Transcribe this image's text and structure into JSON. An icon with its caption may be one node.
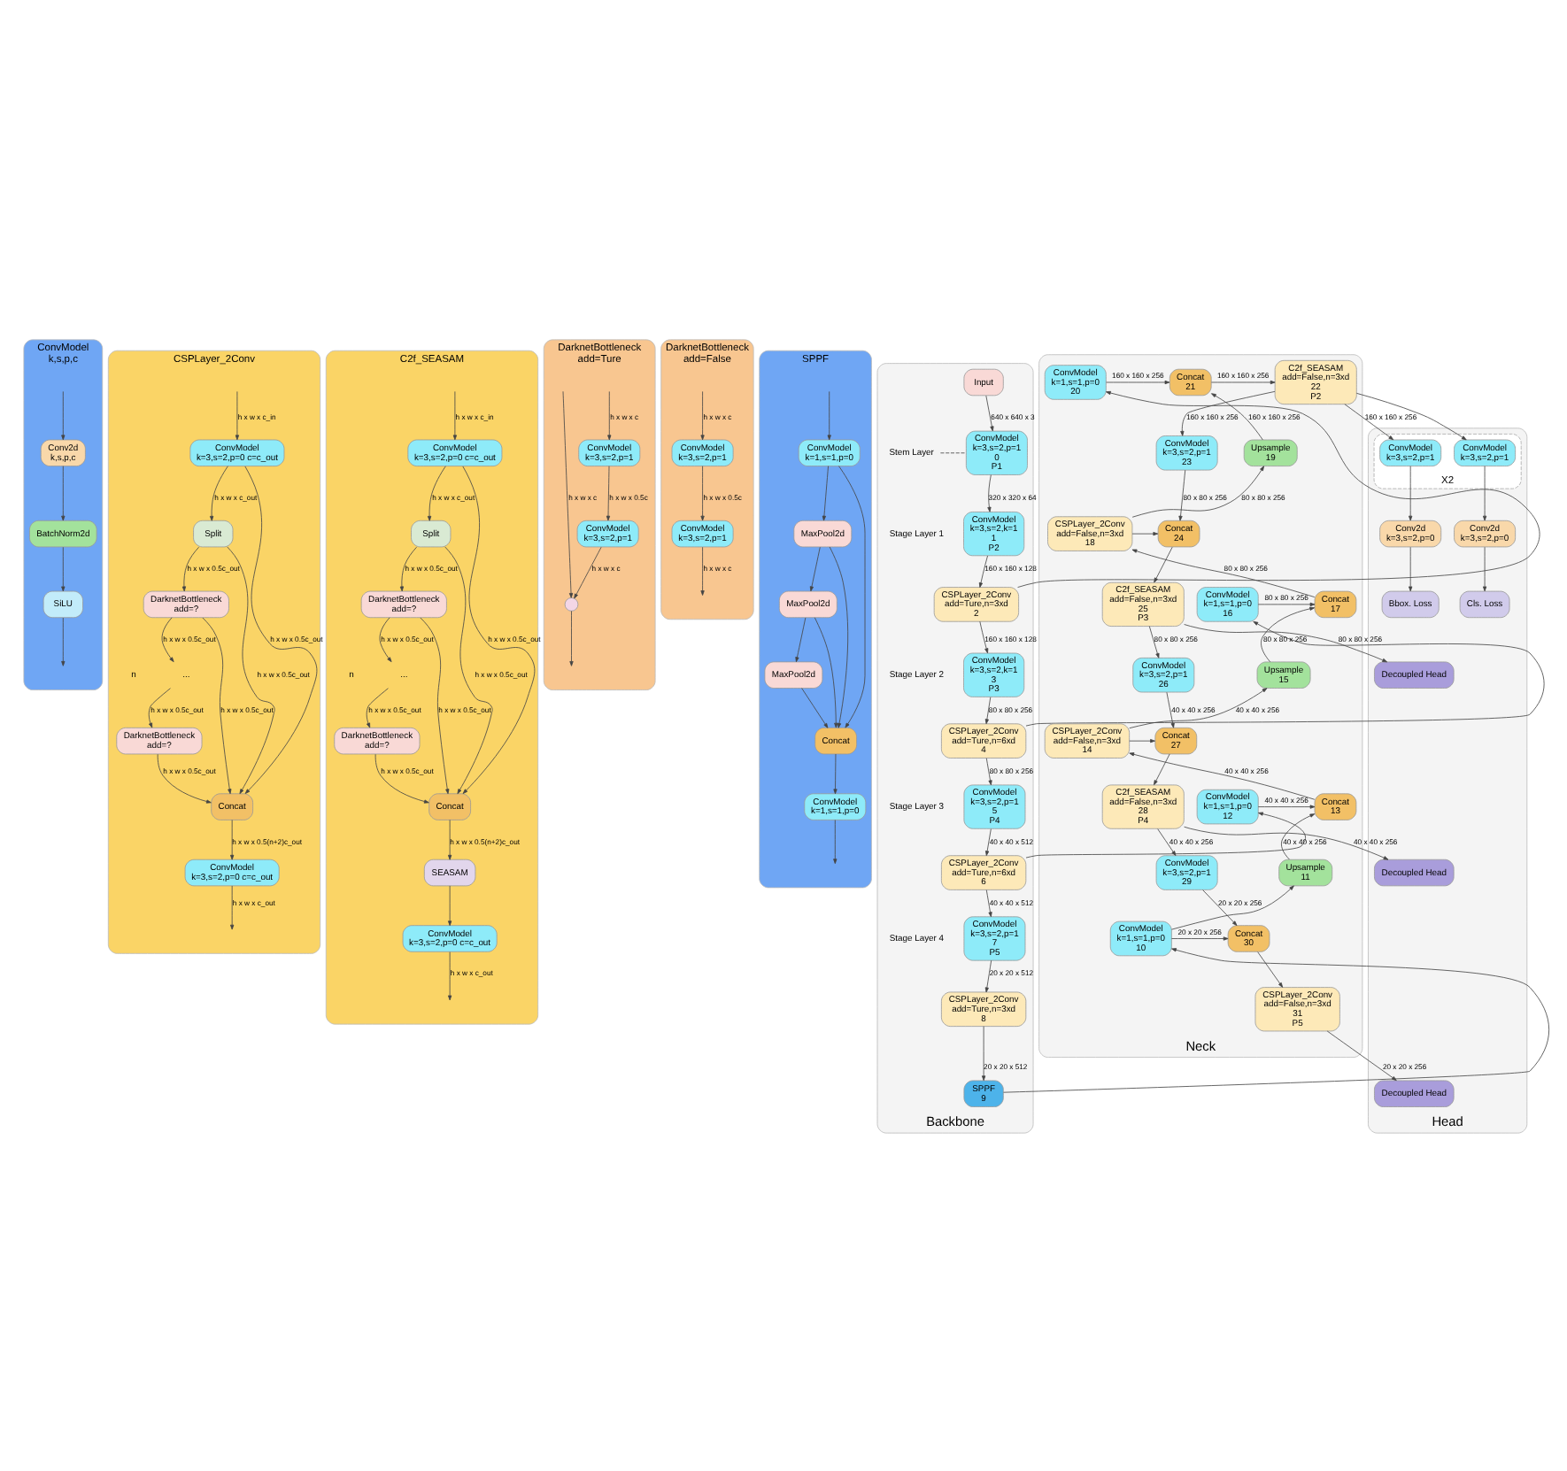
{
  "diagram": {
    "nodes": [
      {
        "text": [
          "ConvModel",
          "k,s,p,c"
        ]
      },
      {
        "text": [
          "Conv2d",
          "k,s,p,c"
        ],
        "in": 0
      },
      {
        "text": [
          "BatchNorm2d"
        ],
        "in": 0
      },
      {
        "text": [
          "SiLU"
        ],
        "in": 0
      },
      {
        "text": [
          "CSPLayer_2Conv"
        ]
      },
      {
        "text": [
          "ConvModel",
          "k=3,s=2,p=0 c=c_out"
        ],
        "in": 4
      },
      {
        "text": [
          "Split"
        ],
        "in": 4
      },
      {
        "text": [
          "DarknetBottleneck",
          "add=?"
        ],
        "in": 4
      },
      {
        "text": [
          "..."
        ],
        "in": 4
      },
      {
        "text": [
          "DarknetBottleneck",
          "add=?"
        ],
        "in": 4
      },
      {
        "text": [
          "Concat"
        ],
        "in": 4
      },
      {
        "text": [
          "ConvModel",
          "k=3,s=2,p=0 c=c_out"
        ],
        "in": 4
      },
      {
        "text": [
          "C2f_SEASAM"
        ]
      },
      {
        "text": [
          "ConvModel",
          "k=3,s=2,p=0 c=c_out"
        ],
        "in": 12
      },
      {
        "text": [
          "Split"
        ],
        "in": 12
      },
      {
        "text": [
          "DarknetBottleneck",
          "add=?"
        ],
        "in": 12
      },
      {
        "text": [
          "..."
        ],
        "in": 12
      },
      {
        "text": [
          "DarknetBottleneck",
          "add=?"
        ],
        "in": 12
      },
      {
        "text": [
          "Concat"
        ],
        "in": 12
      },
      {
        "text": [
          "SEASAM"
        ],
        "in": 12
      },
      {
        "text": [
          "ConvModel",
          "k=3,s=2,p=0 c=c_out"
        ],
        "in": 12
      },
      {
        "text": [
          "DarknetBottleneck",
          "add=Ture"
        ]
      },
      {
        "text": [
          "ConvModel",
          "k=3,s=2,p=1"
        ],
        "in": 21
      },
      {
        "text": [
          "ConvModel",
          "k=3,s=2,p=1"
        ],
        "in": 21
      },
      {
        "text": [],
        "shape": "circle",
        "in": 21
      },
      {
        "text": [
          "DarknetBottleneck",
          "add=False"
        ]
      },
      {
        "text": [
          "ConvModel",
          "k=3,s=2,p=1"
        ],
        "in": 25
      },
      {
        "text": [
          "ConvModel",
          "k=3,s=2,p=1"
        ],
        "in": 25
      },
      {
        "text": [
          "SPPF"
        ]
      },
      {
        "text": [
          "ConvModel",
          "k=1,s=1,p=0"
        ],
        "in": 28
      },
      {
        "text": [
          "MaxPool2d"
        ],
        "in": 28
      },
      {
        "text": [
          "MaxPool2d"
        ],
        "in": 28
      },
      {
        "text": [
          "MaxPool2d"
        ],
        "in": 28
      },
      {
        "text": [
          "Concat"
        ],
        "in": 28
      },
      {
        "text": [
          "ConvModel",
          "k=1,s=1,p=0"
        ],
        "in": 28
      },
      {
        "text": [
          "Backbone"
        ]
      },
      {
        "text": [
          "Input"
        ],
        "in": 35
      },
      {
        "text": [
          "ConvModel",
          "k=3,s=2,p=1",
          "0",
          "P1"
        ],
        "in": 35
      },
      {
        "text": [
          "ConvModel",
          "k=3,s=2,k=1",
          "1",
          "P2"
        ],
        "in": 35
      },
      {
        "text": [
          "CSPLayer_2Conv",
          "add=Ture,n=3xd",
          "2"
        ],
        "in": 35
      },
      {
        "text": [
          "ConvModel",
          "k=3,s=2,k=1",
          "3",
          "P3"
        ],
        "in": 35
      },
      {
        "text": [
          "CSPLayer_2Conv",
          "add=Ture,n=6xd",
          "4"
        ],
        "in": 35
      },
      {
        "text": [
          "ConvModel",
          "k=3,s=2,p=1",
          "5",
          "P4"
        ],
        "in": 35
      },
      {
        "text": [
          "CSPLayer_2Conv",
          "add=Ture,n=6xd",
          "6"
        ],
        "in": 35
      },
      {
        "text": [
          "ConvModel",
          "k=3,s=2,p=1",
          "7",
          "P5"
        ],
        "in": 35
      },
      {
        "text": [
          "CSPLayer_2Conv",
          "add=Ture,n=3xd",
          "8"
        ],
        "in": 35
      },
      {
        "text": [
          "SPPF",
          "9"
        ],
        "in": 35
      },
      {
        "text": [
          "Stem Layer"
        ],
        "in": 35
      },
      {
        "text": [
          "Neck"
        ]
      },
      {
        "text": [
          "ConvModel",
          "k=1,s=1,p=0",
          "20"
        ],
        "in": 48
      },
      {
        "text": [
          "ConvModel",
          "k=1,s=1,p=0",
          "16"
        ],
        "in": 48
      },
      {
        "text": [
          "ConvModel",
          "k=1,s=1,p=0",
          "12"
        ],
        "in": 48
      },
      {
        "text": [
          "ConvModel",
          "k=1,s=1,p=0",
          "10"
        ],
        "in": 48
      },
      {
        "text": [
          "Concat",
          "21"
        ],
        "in": 48
      },
      {
        "text": [
          "Upsample",
          "19"
        ],
        "in": 48
      },
      {
        "text": [
          "CSPLayer_2Conv",
          "add=False,n=3xd",
          "18"
        ],
        "in": 48
      },
      {
        "text": [
          "Concat",
          "17"
        ],
        "in": 48
      },
      {
        "text": [
          "Upsample",
          "15"
        ],
        "in": 48
      },
      {
        "text": [
          "CSPLayer_2Conv",
          "add=False,n=3xd",
          "14"
        ],
        "in": 48
      },
      {
        "text": [
          "Concat",
          "13"
        ],
        "in": 48
      },
      {
        "text": [
          "Upsample",
          "11"
        ],
        "in": 48
      },
      {
        "text": [
          "C2f_SEASAM",
          "add=False,n=3xd",
          "22",
          "P2"
        ],
        "in": 48
      },
      {
        "text": [
          "ConvModel",
          "k=3,s=2,p=1",
          "23"
        ],
        "in": 48
      },
      {
        "text": [
          "Concat",
          "24"
        ],
        "in": 48
      },
      {
        "text": [
          "C2f_SEASAM",
          "add=False,n=3xd",
          "25",
          "P3"
        ],
        "in": 48
      },
      {
        "text": [
          "ConvModel",
          "k=3,s=2,p=1",
          "26"
        ],
        "in": 48
      },
      {
        "text": [
          "Concat",
          "27"
        ],
        "in": 48
      },
      {
        "text": [
          "C2f_SEASAM",
          "add=False,n=3xd",
          "28",
          "P4"
        ],
        "in": 48
      },
      {
        "text": [
          "ConvModel",
          "k=3,s=2,p=1",
          "29"
        ],
        "in": 48
      },
      {
        "text": [
          "Concat",
          "30"
        ],
        "in": 48
      },
      {
        "text": [
          "CSPLayer_2Conv",
          "add=False,n=3xd",
          "31",
          "P5"
        ],
        "in": 48
      },
      {
        "text": [
          "Head"
        ]
      },
      {
        "text": [
          "X2"
        ],
        "in": 71
      },
      {
        "text": [
          "ConvModel",
          "k=3,s=2,p=1"
        ],
        "in": 72
      },
      {
        "text": [
          "ConvModel",
          "k=3,s=2,p=1"
        ],
        "in": 72
      },
      {
        "text": [
          "Conv2d",
          "k=3,s=2,p=0"
        ],
        "in": 71
      },
      {
        "text": [
          "Conv2d",
          "k=3,s=2,p=0"
        ],
        "in": 71
      },
      {
        "text": [
          "Bbox. Loss"
        ],
        "in": 71
      },
      {
        "text": [
          "Cls. Loss"
        ],
        "in": 71
      },
      {
        "text": [
          "Decoupled Head"
        ],
        "in": 71
      },
      {
        "text": [
          "Decoupled Head"
        ],
        "in": 71
      },
      {
        "text": [
          "Decoupled Head"
        ],
        "in": 71
      }
    ],
    "edges": [
      {
        "from": null,
        "to": 1,
        "arrow": "to"
      },
      {
        "from": 1,
        "to": 2,
        "arrow": "to"
      },
      {
        "from": 2,
        "to": 3,
        "arrow": "to"
      },
      {
        "from": 3,
        "to": null,
        "arrow": "to"
      },
      {
        "from": null,
        "to": 5,
        "arrow": "to",
        "label": "h x w x c_in"
      },
      {
        "from": 5,
        "to": 6,
        "arrow": "to",
        "label": "h x w x c_out"
      },
      {
        "from": 5,
        "to": 10,
        "arrow": "to",
        "label": "h x w x 0.5c_out"
      },
      {
        "from": 6,
        "to": 10,
        "arrow": "to",
        "label": "h x w x 0.5c_out"
      },
      {
        "from": 6,
        "to": 7,
        "arrow": "to",
        "label": "h x w x 0.5c_out"
      },
      {
        "from": 7,
        "to": 10,
        "arrow": "to",
        "label": "h x w x 0.5c_out"
      },
      {
        "from": 7,
        "to": 8,
        "arrow": "to",
        "label": "h x w x 0.5c_out"
      },
      {
        "from": 8,
        "to": 9,
        "arrow": "to",
        "label": "h x w x 0.5c_out"
      },
      {
        "from": 9,
        "to": 10,
        "arrow": "to",
        "label": "h x w x 0.5c_out"
      },
      {
        "from": 10,
        "to": 11,
        "arrow": "to",
        "label": "h x w x 0.5(n+2)c_out"
      },
      {
        "from": 11,
        "to": null,
        "arrow": "to",
        "label": "h x w x c_out"
      },
      {
        "from": null,
        "to": 13,
        "arrow": "to",
        "label": "h x w x c_in"
      },
      {
        "from": 13,
        "to": 14,
        "arrow": "to",
        "label": "h x w x c_out"
      },
      {
        "from": 13,
        "to": 18,
        "arrow": "to",
        "label": "h x w x 0.5c_out"
      },
      {
        "from": 14,
        "to": 18,
        "arrow": "to",
        "label": "h x w x 0.5c_out"
      },
      {
        "from": 14,
        "to": 15,
        "arrow": "to",
        "label": "h x w x 0.5c_out"
      },
      {
        "from": 15,
        "to": 18,
        "arrow": "to",
        "label": "h x w x 0.5c_out"
      },
      {
        "from": 15,
        "to": 16,
        "arrow": "to",
        "label": "h x w x 0.5c_out"
      },
      {
        "from": 16,
        "to": 17,
        "arrow": "to",
        "label": "h x w x 0.5c_out"
      },
      {
        "from": 17,
        "to": 18,
        "arrow": "to",
        "label": "h x w x 0.5c_out"
      },
      {
        "from": 18,
        "to": 19,
        "arrow": "to",
        "label": "h x w x 0.5(n+2)c_out"
      },
      {
        "from": 19,
        "to": 20,
        "arrow": "to"
      },
      {
        "from": 20,
        "to": null,
        "arrow": "to",
        "label": "h x w x c_out"
      },
      {
        "from": null,
        "to": 22,
        "arrow": "to",
        "label": "h x w x c"
      },
      {
        "from": 22,
        "to": 23,
        "arrow": "to",
        "label": "h x w x 0.5c"
      },
      {
        "from": 23,
        "to": 24,
        "arrow": "to",
        "label": "h x w x c"
      },
      {
        "from": null,
        "to": 24,
        "arrow": "to",
        "label": "h x w x c"
      },
      {
        "from": 24,
        "to": null,
        "arrow": "to"
      },
      {
        "from": null,
        "to": 26,
        "arrow": "to",
        "label": "h x w x c"
      },
      {
        "from": 26,
        "to": 27,
        "arrow": "to",
        "label": "h x w x 0.5c"
      },
      {
        "from": 27,
        "to": null,
        "arrow": "to",
        "label": "h x w x c"
      },
      {
        "from": null,
        "to": 29,
        "arrow": "to"
      },
      {
        "from": 29,
        "to": 30,
        "arrow": "to"
      },
      {
        "from": 30,
        "to": 31,
        "arrow": "to"
      },
      {
        "from": 31,
        "to": 32,
        "arrow": "to"
      },
      {
        "from": 32,
        "to": 33,
        "arrow": "to"
      },
      {
        "from": 29,
        "to": 33,
        "arrow": "to"
      },
      {
        "from": 30,
        "to": 33,
        "arrow": "to"
      },
      {
        "from": 31,
        "to": 33,
        "arrow": "to"
      },
      {
        "from": 33,
        "to": 34,
        "arrow": "to"
      },
      {
        "from": 34,
        "to": null,
        "arrow": "to"
      },
      {
        "from": 36,
        "to": 37,
        "arrow": "to",
        "label": "640 x 640 x 3"
      },
      {
        "from": 37,
        "to": 38,
        "arrow": "to",
        "label": "320 x 320 x 64"
      },
      {
        "from": 38,
        "to": 39,
        "arrow": "to",
        "label": "160 x 160 x 128"
      },
      {
        "from": 39,
        "to": 40,
        "arrow": "to",
        "label": "160 x 160 x 128"
      },
      {
        "from": 40,
        "to": 41,
        "arrow": "to",
        "label": "80 x 80 x 256"
      },
      {
        "from": 41,
        "to": 42,
        "arrow": "to",
        "label": "80 x 80 x 256"
      },
      {
        "from": 42,
        "to": 43,
        "arrow": "to",
        "label": "40 x 40 x 512"
      },
      {
        "from": 43,
        "to": 44,
        "arrow": "to",
        "label": "40 x 40 x 512"
      },
      {
        "from": 44,
        "to": 45,
        "arrow": "to",
        "label": "20 x 20 x 512"
      },
      {
        "from": 45,
        "to": 46,
        "arrow": "to",
        "label": "20 x 20 x 512"
      },
      {
        "from": 47,
        "to": 37,
        "arrow": "none",
        "style": "dashed"
      },
      {
        "from": 39,
        "to": 49,
        "arrow": "to"
      },
      {
        "from": 49,
        "to": 53,
        "arrow": "to",
        "label": "160 x 160 x 256"
      },
      {
        "from": 41,
        "to": 50,
        "arrow": "to"
      },
      {
        "from": 50,
        "to": 56,
        "arrow": "to",
        "label": "80 x 80 x 256"
      },
      {
        "from": 43,
        "to": 51,
        "arrow": "to"
      },
      {
        "from": 51,
        "to": 59,
        "arrow": "to",
        "label": "40 x 40 x 256"
      },
      {
        "from": 46,
        "to": 52,
        "arrow": "to"
      },
      {
        "from": 52,
        "to": 69,
        "arrow": "to",
        "label": "20 x 20 x 256"
      },
      {
        "from": 52,
        "to": 60,
        "arrow": "to"
      },
      {
        "from": 60,
        "to": 59,
        "arrow": "to",
        "label": "40 x 40 x 256"
      },
      {
        "from": 59,
        "to": 58,
        "arrow": "to",
        "label": "40 x 40 x 256"
      },
      {
        "from": 58,
        "to": 57,
        "arrow": "to",
        "label": "40 x 40 x 256"
      },
      {
        "from": 58,
        "to": 66,
        "arrow": "to"
      },
      {
        "from": 57,
        "to": 56,
        "arrow": "to",
        "label": "80 x 80 x 256"
      },
      {
        "from": 56,
        "to": 55,
        "arrow": "to",
        "label": "80 x 80 x 256"
      },
      {
        "from": 55,
        "to": 54,
        "arrow": "to",
        "label": "80 x 80 x 256"
      },
      {
        "from": 55,
        "to": 63,
        "arrow": "to"
      },
      {
        "from": 54,
        "to": 53,
        "arrow": "to",
        "label": "160 x 160 x 256"
      },
      {
        "from": 53,
        "to": 61,
        "arrow": "to",
        "label": "160 x 160 x 256"
      },
      {
        "from": 61,
        "to": 62,
        "arrow": "to",
        "label": "160 x 160 x 256"
      },
      {
        "from": 62,
        "to": 63,
        "arrow": "to",
        "label": "80 x 80 x 256"
      },
      {
        "from": 63,
        "to": 64,
        "arrow": "to"
      },
      {
        "from": 64,
        "to": 65,
        "arrow": "to",
        "label": "80 x 80 x 256"
      },
      {
        "from": 65,
        "to": 66,
        "arrow": "to",
        "label": "40 x 40 x 256"
      },
      {
        "from": 66,
        "to": 67,
        "arrow": "to"
      },
      {
        "from": 67,
        "to": 68,
        "arrow": "to",
        "label": "40 x 40 x 256"
      },
      {
        "from": 68,
        "to": 69,
        "arrow": "to",
        "label": "20 x 20 x 256"
      },
      {
        "from": 69,
        "to": 70,
        "arrow": "to"
      },
      {
        "from": 61,
        "to": 73,
        "arrow": "to",
        "label": "160 x 160 x 256"
      },
      {
        "from": 61,
        "to": 74,
        "arrow": "to"
      },
      {
        "from": 73,
        "to": 75,
        "arrow": "to"
      },
      {
        "from": 74,
        "to": 76,
        "arrow": "to"
      },
      {
        "from": 75,
        "to": 77,
        "arrow": "to"
      },
      {
        "from": 76,
        "to": 78,
        "arrow": "to"
      },
      {
        "from": 64,
        "to": 79,
        "arrow": "to",
        "label": "80 x 80 x 256"
      },
      {
        "from": 67,
        "to": 80,
        "arrow": "to",
        "label": "40 x 40 x 256"
      },
      {
        "from": 70,
        "to": 81,
        "arrow": "to",
        "label": "20 x 20 x 256"
      }
    ],
    "labels": [
      "n",
      "n",
      "Stage Layer 1",
      "Stage Layer 2",
      "Stage Layer 3",
      "Stage Layer 4"
    ]
  }
}
